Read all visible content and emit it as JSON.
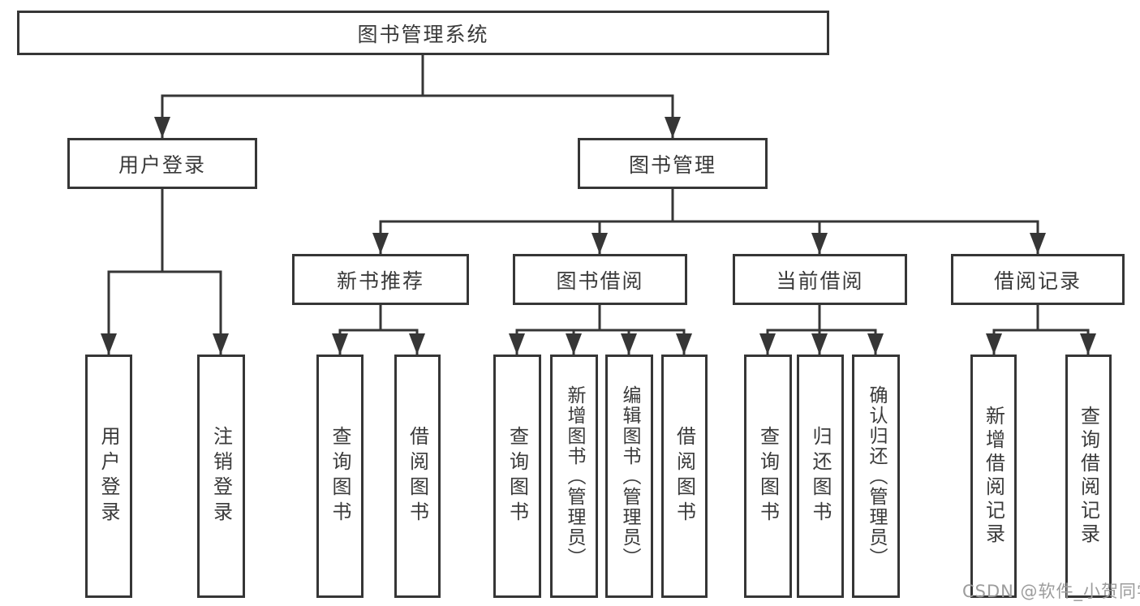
{
  "diagram": {
    "type": "tree-hierarchy",
    "title": "图书管理系统",
    "colors": {
      "line": "#363636",
      "text": "#3a3a3a",
      "box_background": "#ffffff",
      "watermark": "#9c9c9c",
      "page_background": "#ffffff"
    },
    "root": {
      "label": "图书管理系统"
    },
    "level2": [
      {
        "label": "用户登录",
        "parent": "图书管理系统"
      },
      {
        "label": "图书管理",
        "parent": "图书管理系统"
      }
    ],
    "level3": [
      {
        "label": "新书推荐",
        "parent": "图书管理"
      },
      {
        "label": "图书借阅",
        "parent": "图书管理"
      },
      {
        "label": "当前借阅",
        "parent": "图书管理"
      },
      {
        "label": "借阅记录",
        "parent": "图书管理"
      }
    ],
    "level4": [
      {
        "label": "用户登录",
        "parent": "用户登录"
      },
      {
        "label": "注销登录",
        "parent": "用户登录"
      },
      {
        "label": "查询图书",
        "parent": "新书推荐"
      },
      {
        "label": "借阅图书",
        "parent": "新书推荐"
      },
      {
        "label": "查询图书",
        "parent": "图书借阅"
      },
      {
        "label": "新增图书（管理员）",
        "parent": "图书借阅"
      },
      {
        "label": "编辑图书（管理员）",
        "parent": "图书借阅"
      },
      {
        "label": "借阅图书",
        "parent": "图书借阅"
      },
      {
        "label": "查询图书",
        "parent": "当前借阅"
      },
      {
        "label": "归还图书",
        "parent": "当前借阅"
      },
      {
        "label": "确认归还（管理员）",
        "parent": "当前借阅"
      },
      {
        "label": "新增借阅记录",
        "parent": "借阅记录"
      },
      {
        "label": "查询借阅记录",
        "parent": "借阅记录"
      }
    ]
  },
  "watermark": {
    "text": "CSDN @软件_小贺同学"
  }
}
